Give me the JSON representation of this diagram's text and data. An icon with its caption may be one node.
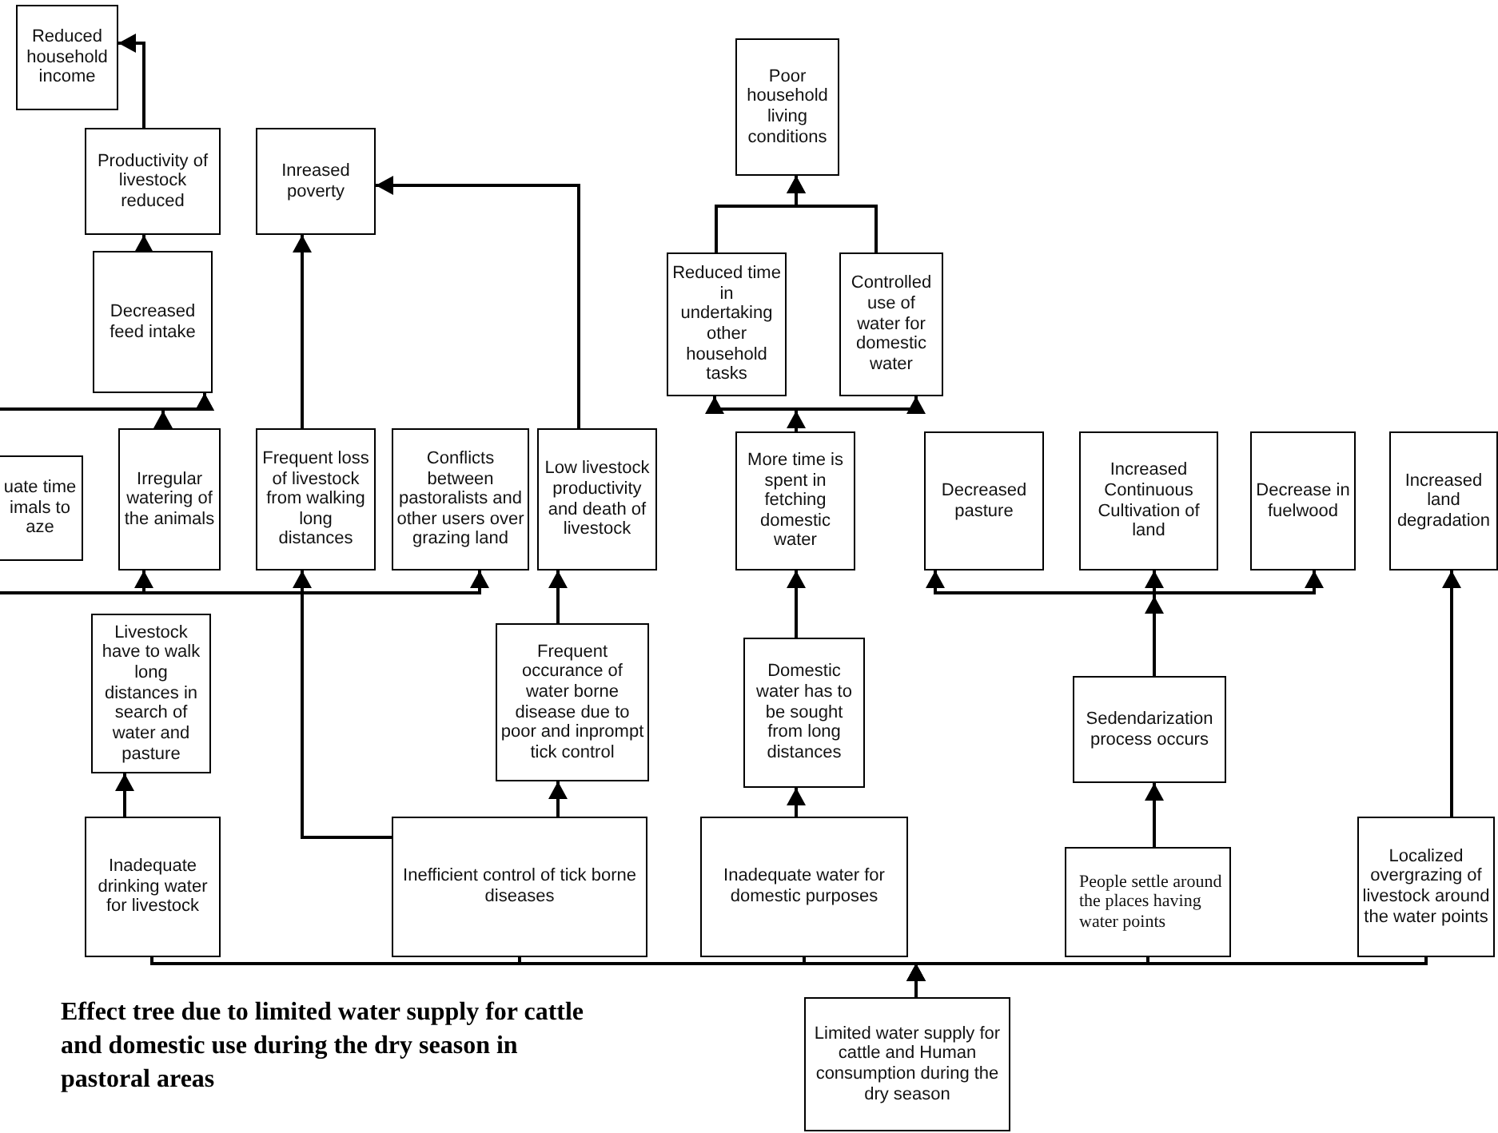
{
  "diagram": {
    "caption": "Effect tree due to limited water supply for cattle and domestic use during the dry season in pastoral areas",
    "nodes": [
      {
        "text": [
          "Reduced household income"
        ]
      },
      {
        "text": [
          "Productivity of livestock reduced"
        ]
      },
      {
        "text": [
          "Inreased poverty"
        ]
      },
      {
        "text": [
          "Poor household living conditions"
        ]
      },
      {
        "text": [
          "Decreased feed intake"
        ]
      },
      {
        "text": [
          "Reduced time in undertaking other household tasks"
        ]
      },
      {
        "text": [
          "Controlled use of water for domestic water"
        ]
      },
      {
        "text": [
          "uate time imals to aze"
        ]
      },
      {
        "text": [
          "Irregular watering of the animals"
        ]
      },
      {
        "text": [
          "Frequent loss of livestock from walking long distances"
        ]
      },
      {
        "text": [
          "Conflicts between pastoralists and other users over grazing land"
        ]
      },
      {
        "text": [
          "Low livestock productivity and death of livestock"
        ]
      },
      {
        "text": [
          "More time is spent in fetching domestic water"
        ]
      },
      {
        "text": [
          "Decreased pasture"
        ]
      },
      {
        "text": [
          "Increased Continuous Cultivation of land"
        ]
      },
      {
        "text": [
          "Decrease in fuelwood"
        ]
      },
      {
        "text": [
          "Increased land degradation"
        ]
      },
      {
        "text": [
          "Livestock have to walk long distances in search of water and pasture"
        ]
      },
      {
        "text": [
          "Frequent occurance of water borne disease due to poor and inprompt tick control"
        ]
      },
      {
        "text": [
          "Domestic water has to be sought from long distances"
        ]
      },
      {
        "text": [
          "Sedendarization process occurs"
        ]
      },
      {
        "text": [
          "Inadequate drinking water for livestock"
        ]
      },
      {
        "text": [
          "Inefficient control of tick borne diseases"
        ]
      },
      {
        "text": [
          "Inadequate water for domestic purposes"
        ]
      },
      {
        "text": [
          "People settle around the places having water points"
        ]
      },
      {
        "text": [
          "Localized overgrazing of livestock around the water points"
        ]
      },
      {
        "text": [
          "Limited water supply for cattle and Human consumption during the dry season"
        ]
      }
    ],
    "edges": [
      {
        "from": 1,
        "to": 0,
        "arrow": "to"
      },
      {
        "from": 4,
        "to": 1,
        "arrow": "to"
      },
      {
        "from": 8,
        "to": 4,
        "arrow": "to"
      },
      {
        "from": null,
        "to": 4,
        "arrow": "to"
      },
      {
        "from": null,
        "to": 8,
        "arrow": "to"
      },
      {
        "from": 22,
        "to": 9,
        "arrow": "to"
      },
      {
        "from": null,
        "to": 10,
        "arrow": "to"
      },
      {
        "from": 9,
        "to": 2,
        "arrow": "to"
      },
      {
        "from": 11,
        "to": 2,
        "arrow": "to"
      },
      {
        "from": 18,
        "to": 11,
        "arrow": "to"
      },
      {
        "from": 22,
        "to": 18,
        "arrow": "to"
      },
      {
        "from": 21,
        "to": 17,
        "arrow": "to"
      },
      {
        "from": 12,
        "to": 5,
        "arrow": "to"
      },
      {
        "from": 12,
        "to": 6,
        "arrow": "to"
      },
      {
        "from": 5,
        "to": 3,
        "arrow": "to"
      },
      {
        "from": 6,
        "to": 3,
        "arrow": "to"
      },
      {
        "from": 19,
        "to": 12,
        "arrow": "to"
      },
      {
        "from": 23,
        "to": 19,
        "arrow": "to"
      },
      {
        "from": 20,
        "to": 13,
        "arrow": "to"
      },
      {
        "from": 20,
        "to": 14,
        "arrow": "to"
      },
      {
        "from": 20,
        "to": 15,
        "arrow": "to"
      },
      {
        "from": 24,
        "to": 20,
        "arrow": "to"
      },
      {
        "from": 25,
        "to": 16,
        "arrow": "to"
      },
      {
        "from": 26,
        "to": 21,
        "arrow": "to"
      },
      {
        "from": 26,
        "to": 22,
        "arrow": "to"
      },
      {
        "from": 26,
        "to": 23,
        "arrow": "to"
      },
      {
        "from": 26,
        "to": 24,
        "arrow": "to"
      },
      {
        "from": 26,
        "to": 25,
        "arrow": "to"
      }
    ]
  }
}
